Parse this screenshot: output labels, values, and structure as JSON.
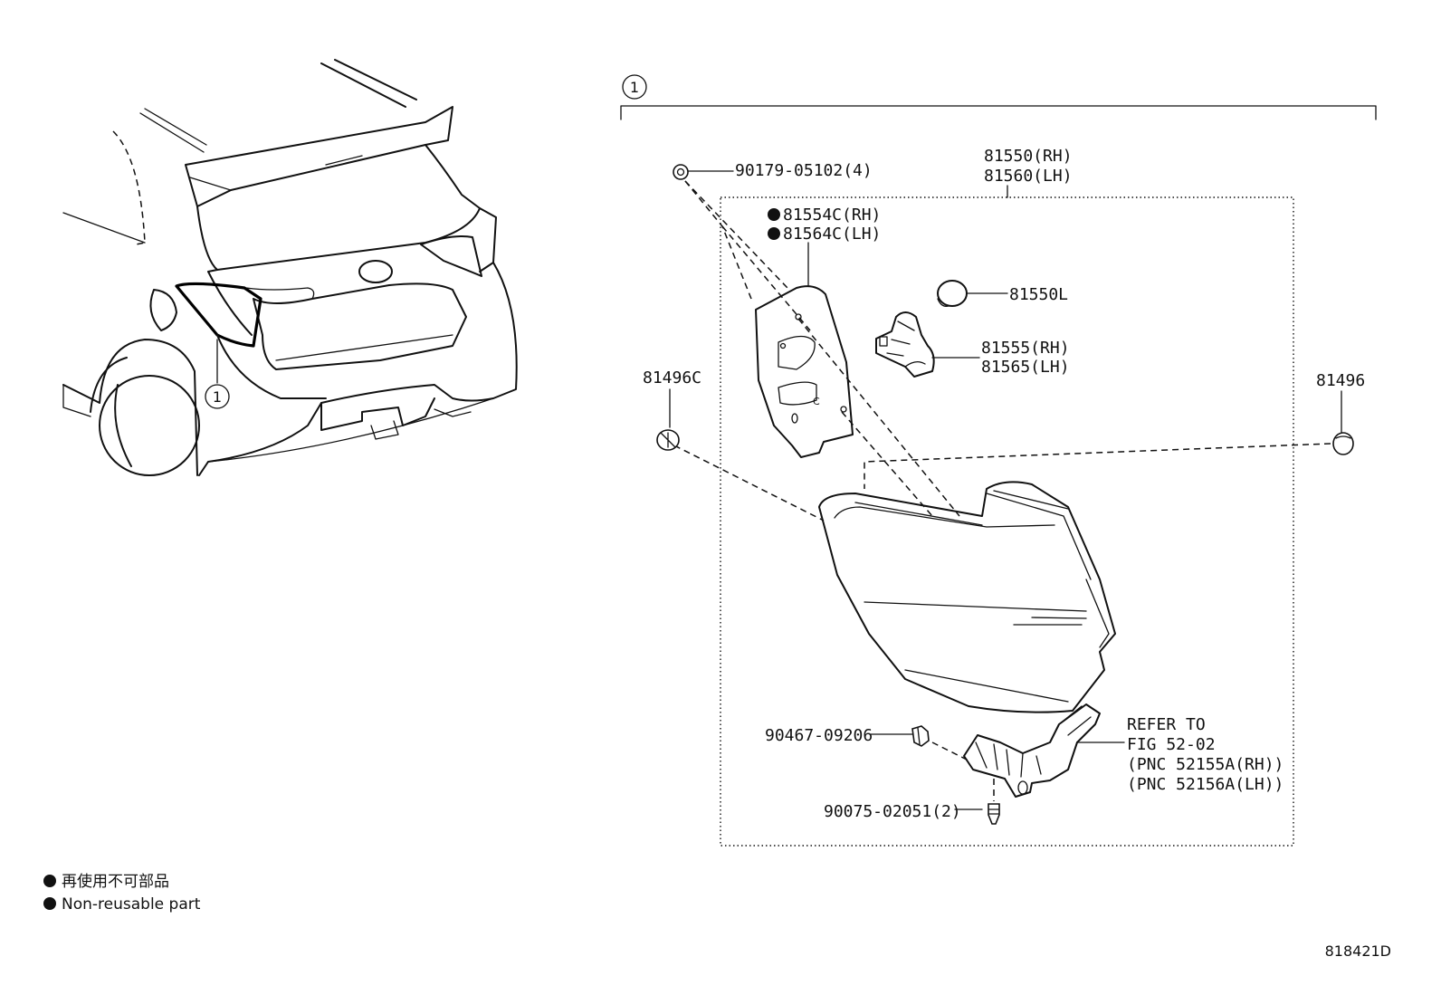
{
  "callout_ref": "1",
  "parts": {
    "p90179": "90179-05102(4)",
    "p81550": "81550(RH)",
    "p81560": "81560(LH)",
    "p81554C": "81554C(RH)",
    "p81564C": "81564C(LH)",
    "p81550L": "81550L",
    "p81555": "81555(RH)",
    "p81565": "81565(LH)",
    "p81496C": "81496C",
    "p81496": "81496",
    "p90467": "90467-09206",
    "p90075": "90075-02051(2)"
  },
  "refer": {
    "line1": "REFER TO",
    "line2": "FIG 52-02",
    "line3": "(PNC 52155A(RH))",
    "line4": "(PNC 52156A(LH))"
  },
  "legend": {
    "japanese": "再使用不可部品",
    "english": "Non-reusable part"
  },
  "diagram_code": "818421D",
  "colors": {
    "line": "#111111",
    "background": "#ffffff"
  }
}
